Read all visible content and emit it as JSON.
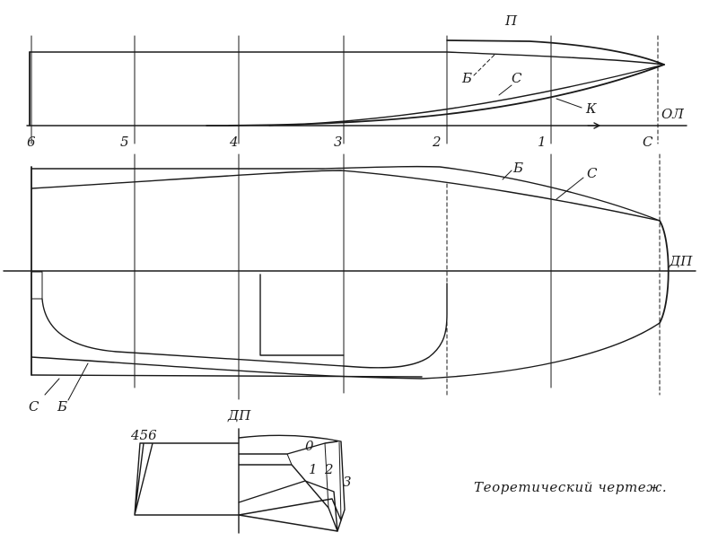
{
  "caption": "Теоретический чертеж.",
  "profile_view": {
    "labels": {
      "top": "П",
      "b": "Б",
      "c": "С",
      "k": "К",
      "baseline": "ОЛ"
    },
    "stations": [
      "6",
      "5",
      "4",
      "3",
      "2",
      "1",
      "С"
    ]
  },
  "plan_view": {
    "labels": {
      "b": "Б",
      "c": "С",
      "centerline": "ДП",
      "c_left": "С",
      "b_left": "Б"
    }
  },
  "body_plan": {
    "labels": {
      "centerline": "ДП",
      "aft_stations": "456",
      "s0": "0",
      "s1": "1",
      "s2": "2",
      "s3": "3"
    }
  }
}
